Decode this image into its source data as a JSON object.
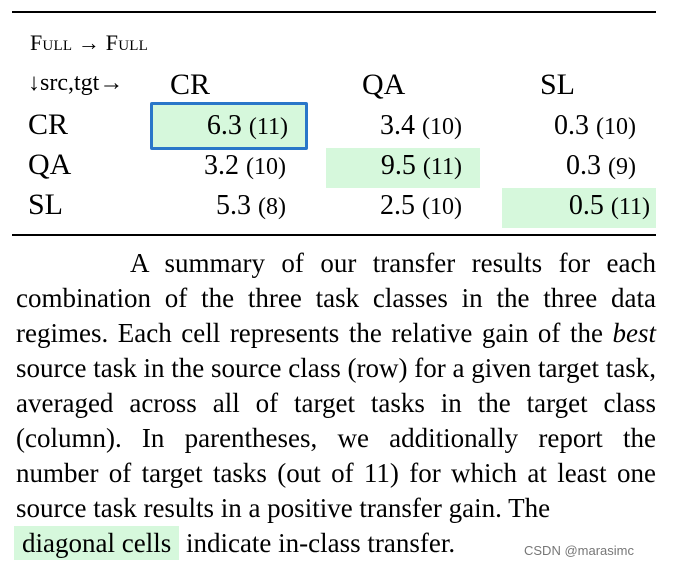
{
  "table": {
    "heading": "Full → Full",
    "corner_label": "↓src,tgt→",
    "columns": [
      "CR",
      "QA",
      "SL"
    ],
    "rows": [
      {
        "label": "CR",
        "cells": [
          {
            "value": "6.3",
            "count": "(11)"
          },
          {
            "value": "3.4",
            "count": "(10)"
          },
          {
            "value": "0.3",
            "count": "(10)"
          }
        ]
      },
      {
        "label": "QA",
        "cells": [
          {
            "value": "3.2",
            "count": "(10)"
          },
          {
            "value": "9.5",
            "count": "(11)"
          },
          {
            "value": "0.3",
            "count": "(9)"
          }
        ]
      },
      {
        "label": "SL",
        "cells": [
          {
            "value": "5.3",
            "count": "(8)"
          },
          {
            "value": "2.5",
            "count": "(10)"
          },
          {
            "value": "0.5",
            "count": "(11)"
          }
        ]
      }
    ]
  },
  "caption": {
    "part1": "A summary of our transfer results for each combination of the three task classes in the three data regimes. Each cell represents the relative gain of the ",
    "emphasis": "best",
    "part2": " source task in the source class (row) for a given target task, averaged across all of target tasks in the target class (column). In parentheses, we additionally report the number of target tasks (out of 11) for which at least one source task results in a positive transfer gain. The ",
    "highlight": "diagonal cells",
    "part3": " indicate in-class transfer."
  },
  "watermark": "CSDN @marasimc",
  "colors": {
    "diagonal_highlight": "#d6f8dc",
    "selected_cell_border": "#2a77c9"
  }
}
